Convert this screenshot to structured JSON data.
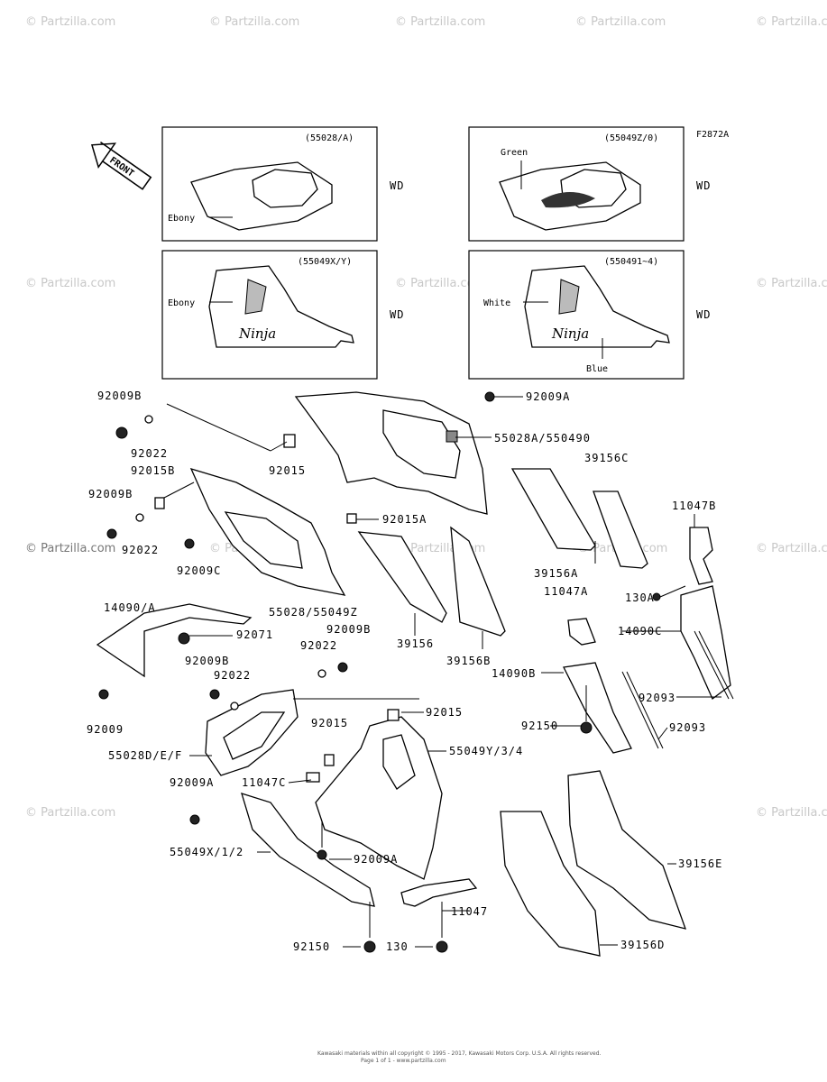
{
  "figure_code": "F2872A",
  "front_label": "FRONT",
  "watermarks": [
    "© Partzilla.com"
  ],
  "copyright_lines": [
    "Kawasaki materials within all copyright © 1995 - 2017, Kawasaki Motors Corp. U.S.A. All rights reserved.",
    "Page 1 of 1 - www.partzilla.com"
  ],
  "variant_boxes": [
    {
      "code": "(55028/A)",
      "callouts": [
        "Ebony"
      ],
      "suffix": "WD"
    },
    {
      "code": "(55049Z/0)",
      "callouts": [
        "Green"
      ],
      "suffix": "WD"
    },
    {
      "code": "(55049X/Y)",
      "callouts": [
        "Ebony"
      ],
      "suffix": "WD"
    },
    {
      "code": "(550491~4)",
      "callouts": [
        "White",
        "Blue"
      ],
      "suffix": "WD"
    }
  ],
  "part_labels": {
    "p92009B_top": "92009B",
    "p92022_top": "92022",
    "p92015_top": "92015",
    "p92015B": "92015B",
    "p92009A_top": "92009A",
    "p55028A": "55028A/550490",
    "p39156C": "39156C",
    "p11047B": "11047B",
    "p92009B_mid": "92009B",
    "p92015A": "92015A",
    "p92022_mid": "92022",
    "p92009C": "92009C",
    "p39156A": "39156A",
    "p130A": "130A",
    "p11047A": "11047A",
    "p55028": "55028/55049Z",
    "p14090A": "14090/A",
    "p92071": "92071",
    "p39156": "39156",
    "p39156B": "39156B",
    "p14090C": "14090C",
    "p92022_low": "92022",
    "p92009B_low": "92009B",
    "p92009B_low2": "92009B",
    "p92022_low2": "92022",
    "p14090B": "14090B",
    "p92093_a": "92093",
    "p92009": "92009",
    "p92015_low": "92015",
    "p92015_low2": "92015",
    "p55049Y": "55049Y/3/4",
    "p92150_r": "92150",
    "p92093_b": "92093",
    "p55028D": "55028D/E/F",
    "p11047C": "11047C",
    "p92009A_low": "92009A",
    "p55049X": "55049X/1/2",
    "p92009A_low2": "92009A",
    "p39156E": "39156E",
    "p11047": "11047",
    "p92150": "92150",
    "p130": "130",
    "p39156D": "39156D"
  }
}
